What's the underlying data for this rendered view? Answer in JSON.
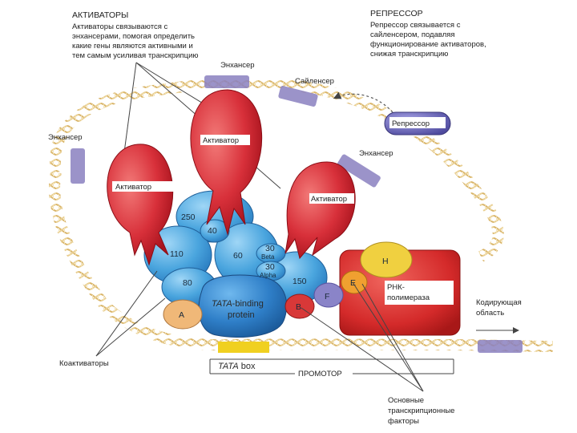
{
  "activators_note": {
    "title": "АКТИВАТОРЫ",
    "lines": [
      "Активаторы связываются с",
      "энхансерами, помогая определить",
      "какие гены являются активными и",
      "тем самым усиливая транскрипцию"
    ]
  },
  "repressor_note": {
    "title": "РЕПРЕССОР",
    "lines": [
      "Репрессор связывается с",
      "сайленсером, подавляя",
      "функционирование активаторов,",
      "снижая транскрипцию"
    ]
  },
  "labels": {
    "enhancer_top": "Энхансер",
    "enhancer_left": "Энхансер",
    "enhancer_right": "Энхансер",
    "silencer": "Сайленсер",
    "repressor": "Репрессор",
    "activator_1": "Активатор",
    "activator_2": "Активатор",
    "activator_3": "Активатор",
    "coactivators": "Коактиваторы",
    "tata_box_italic": "TATA",
    "tata_box_rest": " box",
    "promoter": "ПРОМОТОР",
    "coding_region_1": "Кодирующая",
    "coding_region_2": "область",
    "general_tf_1": "Основные",
    "general_tf_2": "транскрипционные",
    "general_tf_3": "факторы",
    "rna_pol_1": "РНК-",
    "rna_pol_2": "полимераза"
  },
  "subunits": {
    "s250": "250",
    "s40": "40",
    "s110": "110",
    "s60": "60",
    "s30a": "30",
    "beta": "Beta",
    "s30b": "30",
    "alpha": "Alpha",
    "s80": "80",
    "s150": "150",
    "tbp_italic": "TATA",
    "tbp_rest": "-binding",
    "tbp_line2": "protein",
    "fA": "A",
    "fB": "B",
    "fF": "F",
    "fE": "E",
    "fH": "H"
  },
  "colors": {
    "activator": "#d8303a",
    "tfiid": "#3b9ad6",
    "tbp": "#2f7fc8",
    "rna_pol": "#d42a2a",
    "factor_A": "#f0b878",
    "factor_B": "#d83838",
    "factor_F": "#8a84c8",
    "factor_E": "#f0a030",
    "factor_H": "#f0d040",
    "repressor": "#6a66b8",
    "dna": "#e8c888",
    "enhancer": "#8a80c0",
    "tata_box": "#f0d020"
  }
}
